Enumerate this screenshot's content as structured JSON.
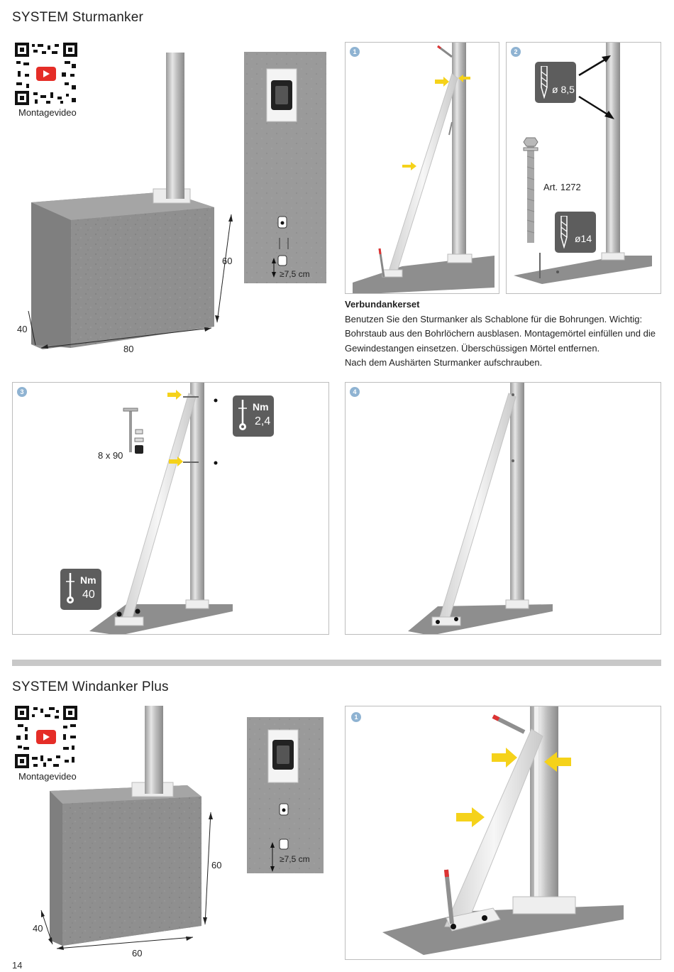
{
  "section1": {
    "title": "SYSTEM Sturmanker",
    "qr_label": "Montagevideo",
    "block_dims": {
      "height": "60",
      "depth": "40",
      "width": "80"
    },
    "detail_dim": "≥7,5 cm",
    "steps": [
      {
        "num": "1"
      },
      {
        "num": "2",
        "drill_large": "ø 8,5",
        "article": "Art. 1272",
        "drill_small": "ø14"
      },
      {
        "num": "3",
        "screw": "8 x 90",
        "torque_top": {
          "unit": "Nm",
          "value": "2,4"
        },
        "torque_bottom": {
          "unit": "Nm",
          "value": "40"
        }
      },
      {
        "num": "4"
      }
    ],
    "description": {
      "heading": "Verbundankerset",
      "lines": [
        "Benutzen Sie den Sturmanker als Schablone für die Bohrungen. Wichtig:",
        "Bohrstaub aus den Bohrlöchern ausblasen. Montagemörtel einfüllen und die",
        "Gewindestangen einsetzen. Überschüssigen Mörtel entfernen.",
        "Nach dem Aushärten Sturmanker aufschrauben."
      ]
    }
  },
  "section2": {
    "title": "SYSTEM Windanker Plus",
    "qr_label": "Montagevideo",
    "block_dims": {
      "height": "60",
      "depth": "40",
      "width": "60"
    },
    "detail_dim": "≥7,5 cm",
    "steps": [
      {
        "num": "1"
      }
    ]
  },
  "page_number": "14",
  "colors": {
    "concrete": "#8e8e8e",
    "frame": "#bdbdbd",
    "badge": "#8fb3d2",
    "arrow": "#f5d21a",
    "tag": "#5d5d5d"
  }
}
